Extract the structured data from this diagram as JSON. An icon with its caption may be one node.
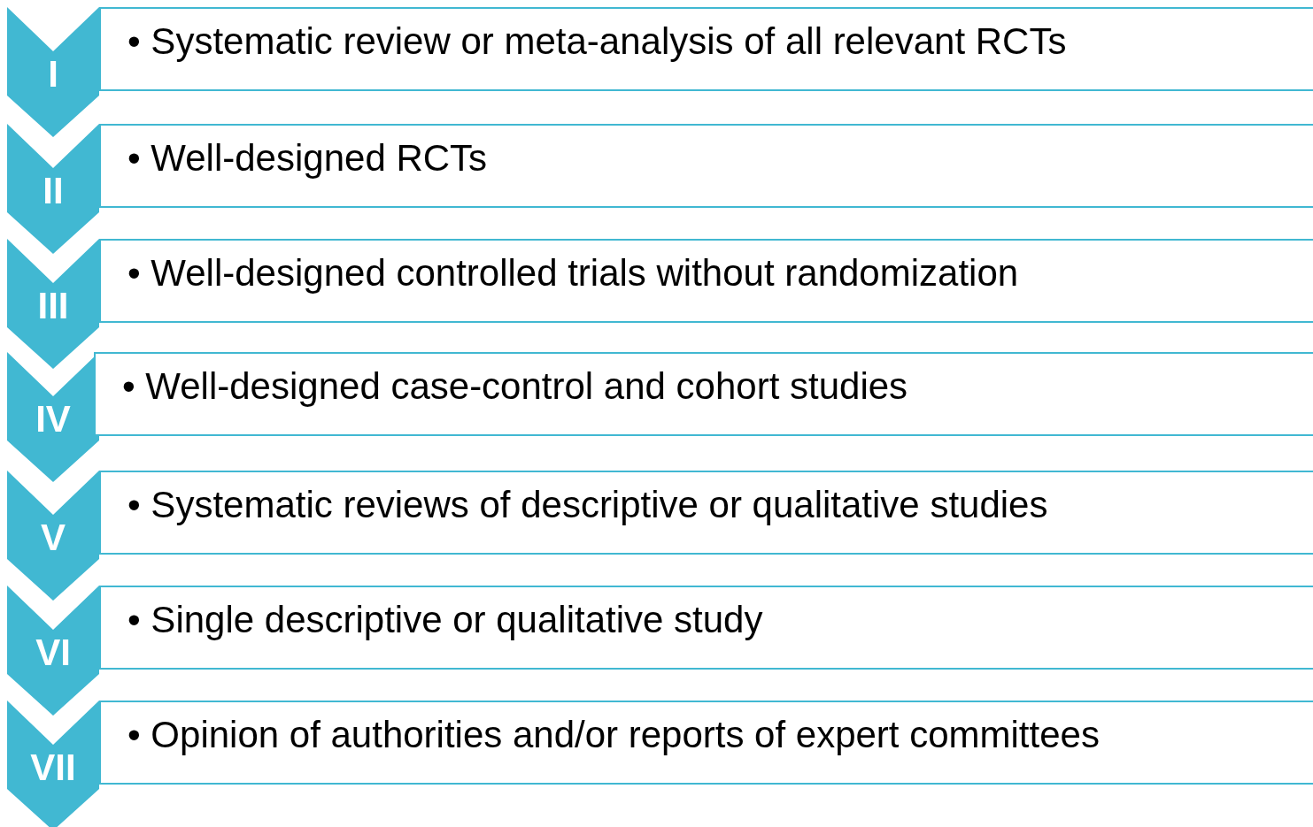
{
  "diagram": {
    "nodes": [
      {
        "text": [
          "I"
        ]
      },
      {
        "text": [
          "• Systematic review or meta-analysis of all relevant RCTs"
        ]
      },
      {
        "text": [
          "II"
        ]
      },
      {
        "text": [
          "• Well-designed RCTs"
        ]
      },
      {
        "text": [
          "III"
        ]
      },
      {
        "text": [
          "• Well-designed controlled trials without randomization"
        ]
      },
      {
        "text": [
          "IV"
        ]
      },
      {
        "text": [
          "• Well-designed case-control and cohort studies"
        ]
      },
      {
        "text": [
          "V"
        ]
      },
      {
        "text": [
          "• Systematic reviews of descriptive or qualitative studies"
        ]
      },
      {
        "text": [
          "VI"
        ]
      },
      {
        "text": [
          "• Single descriptive or qualitative study"
        ]
      },
      {
        "text": [
          "VII"
        ]
      },
      {
        "text": [
          "• Opinion of authorities and/or reports of expert committees"
        ]
      }
    ]
  }
}
